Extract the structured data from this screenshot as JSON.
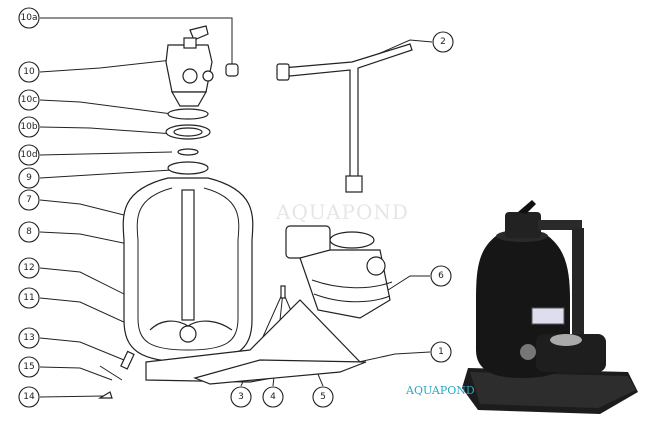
{
  "diagram": {
    "callouts": [
      {
        "id": "10a",
        "label": "10a"
      },
      {
        "id": "10",
        "label": "10"
      },
      {
        "id": "10c",
        "label": "10c"
      },
      {
        "id": "10b",
        "label": "10b"
      },
      {
        "id": "10d",
        "label": "10d"
      },
      {
        "id": "9",
        "label": "9"
      },
      {
        "id": "7",
        "label": "7"
      },
      {
        "id": "8",
        "label": "8"
      },
      {
        "id": "12",
        "label": "12"
      },
      {
        "id": "11",
        "label": "11"
      },
      {
        "id": "13",
        "label": "13"
      },
      {
        "id": "15",
        "label": "15"
      },
      {
        "id": "14",
        "label": "14"
      },
      {
        "id": "2",
        "label": "2"
      },
      {
        "id": "6",
        "label": "6"
      },
      {
        "id": "1",
        "label": "1"
      },
      {
        "id": "3",
        "label": "3"
      },
      {
        "id": "4",
        "label": "4"
      },
      {
        "id": "5",
        "label": "5"
      }
    ]
  },
  "watermark": {
    "center": "AquaPond",
    "corner": "AquaPond"
  },
  "colors": {
    "line": "#222222",
    "watermark_center": "#e6e6e6",
    "watermark_corner": "#2aa7c7",
    "photo_tank": "#1a1a1a"
  }
}
